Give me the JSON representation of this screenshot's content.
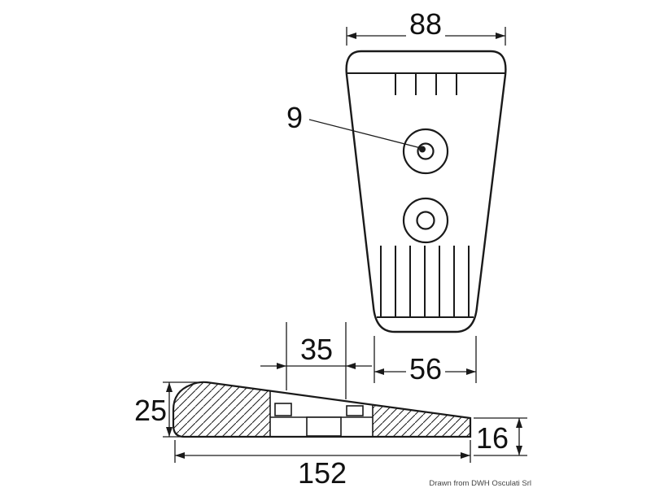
{
  "drawing": {
    "caption": "Drawn from DWH Osculati Srl",
    "dims": {
      "top_width": "88",
      "hole_diameter": "9",
      "bottom_width": "56",
      "slot_width": "35",
      "front_height": "25",
      "total_length": "152",
      "tip_height": "16"
    },
    "line_color": "#1a1a1a",
    "background": "#ffffff"
  }
}
